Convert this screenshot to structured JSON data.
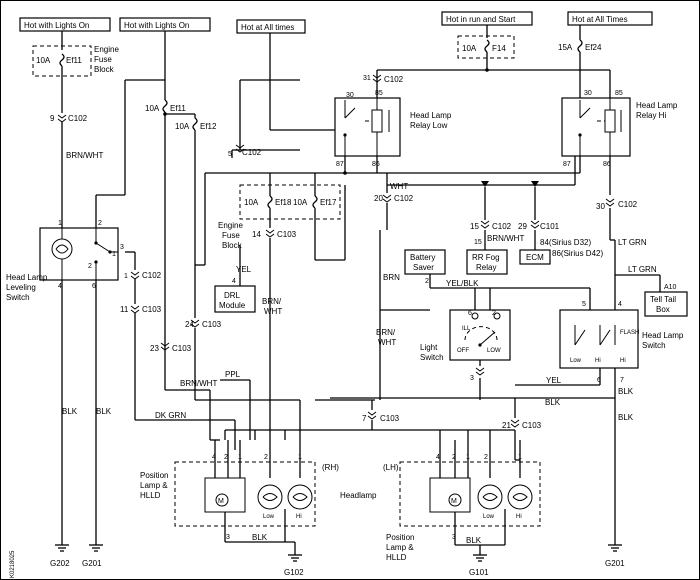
{
  "supplies": {
    "lights_on_1": "Hot with Lights On",
    "lights_on_2": "Hot with Lights On",
    "all_times_1": "Hot at All times",
    "run_start": "Hot in run and Start",
    "all_times_2": "Hot at All Times"
  },
  "fuses": {
    "ef11_a": {
      "rating": "10A",
      "id": "Ef11"
    },
    "ef11_b": {
      "rating": "10A",
      "id": "Ef11"
    },
    "ef12": {
      "rating": "10A",
      "id": "Ef12"
    },
    "ef18": {
      "rating": "10A",
      "id": "Ef18"
    },
    "ef17": {
      "rating": "10A",
      "id": "Ef17"
    },
    "f14": {
      "rating": "10A",
      "id": "F14"
    },
    "ef24": {
      "rating": "15A",
      "id": "Ef24"
    }
  },
  "labels": {
    "engine_fuse_block_1": [
      "Engine",
      "Fuse",
      "Block"
    ],
    "engine_fuse_block_2": [
      "Engine",
      "Fuse",
      "Block"
    ],
    "relay_low": [
      "Head Lamp",
      "Relay Low"
    ],
    "relay_hi": [
      "Head Lamp",
      "Relay Hi"
    ],
    "leveling_switch": [
      "Head Lamp",
      "Leveling",
      "Switch"
    ],
    "drl_module": [
      "DRL",
      "Module"
    ],
    "battery_saver": [
      "Battery",
      "Saver"
    ],
    "rr_fog_relay": [
      "RR Fog",
      "Relay"
    ],
    "ecm": "ECM",
    "sirius_d32": "84(Sirius D32)",
    "sirius_d42": "86(Sirius D42)",
    "tell_tail_box": [
      "Tell Tail",
      "Box"
    ],
    "light_switch": [
      "Light",
      "Switch"
    ],
    "head_lamp_switch": [
      "Head Lamp",
      "Switch"
    ],
    "position_lamp_rh": [
      "Position",
      "Lamp &",
      "HLLD"
    ],
    "position_lamp_lh": [
      "Position",
      "Lamp &",
      "HLLD"
    ],
    "headlamp": "Headlamp",
    "rh": "(RH)",
    "lh": "(LH)",
    "ill": "ILL",
    "off": "OFF",
    "low": "LOW",
    "flash": "FLASH",
    "sw_low": "Low",
    "sw_hi": "Hi",
    "lamp_low": "Low",
    "lamp_hi": "Hi",
    "motor": "M",
    "code": "K0218025"
  },
  "connectors": {
    "c9": "9",
    "c102": "C102",
    "c31": "31",
    "c102b": "C102",
    "c5": "5",
    "c102c": "C102",
    "c20": "20",
    "c102d": "C102",
    "c14": "14",
    "c103": "C103",
    "c15": "15",
    "c102e": "C102",
    "c29": "29",
    "c101": "C101",
    "c30": "30",
    "c102f": "C102",
    "c1": "1",
    "c102g": "C102",
    "c11": "11",
    "c103b": "C103",
    "c24": "24",
    "c103c": "C103",
    "c23": "23",
    "c103d": "C103",
    "c7": "7",
    "c103e": "C103",
    "c21": "21",
    "c103f": "C103",
    "a10": "A10"
  },
  "wires": {
    "brn_wht_1": "BRN/WHT",
    "brn_wht_2": "BRN/WHT",
    "brn_wht_3": "BRN/WHT",
    "brn_wht_4": "BRN/\nWHT",
    "brn_wht_5": "BRN/\nWHT",
    "wht": "WHT",
    "yel": "YEL",
    "yel_2": "YEL",
    "yel_blk": "YEL/BLK",
    "brn": "BRN",
    "lt_grn_1": "LT GRN",
    "lt_grn_2": "LT GRN",
    "ppl": "PPL",
    "dk_grn": "DK GRN",
    "blk_1": "BLK",
    "blk_2": "BLK",
    "blk_3": "BLK",
    "blk_4": "BLK",
    "blk_5": "BLK",
    "blk_6": "BLK"
  },
  "pins": {
    "relay_30": "30",
    "relay_85": "85",
    "relay_87": "87",
    "relay_86": "86",
    "relayhi_30": "30",
    "relayhi_85": "85",
    "relayhi_87": "87",
    "relayhi_86": "86"
  },
  "grounds": {
    "g202": "G202",
    "g201a": "G201",
    "g102": "G102",
    "g101": "G101",
    "g201b": "G201"
  }
}
